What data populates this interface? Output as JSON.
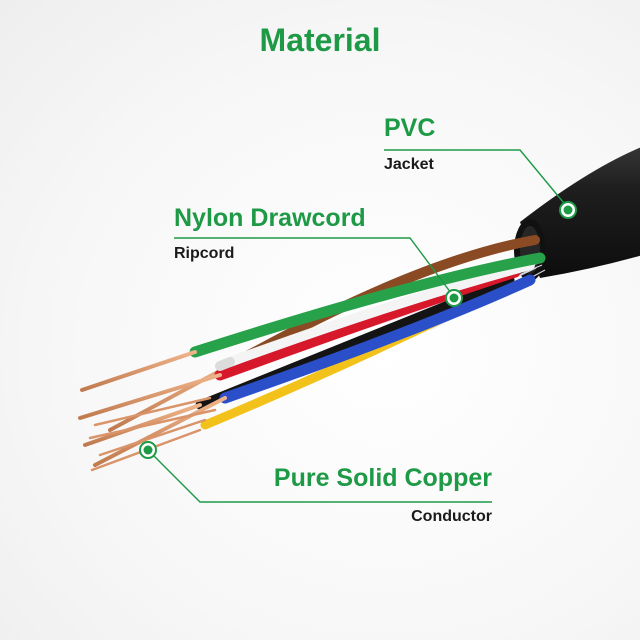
{
  "title": "Material",
  "colors": {
    "accent": "#1e9a46",
    "text": "#1a1a1a",
    "jacket": "#1c1c1c",
    "copper": "#d9946a"
  },
  "callouts": {
    "pvc": {
      "main": "PVC",
      "sub": "Jacket"
    },
    "nylon": {
      "main": "Nylon Drawcord",
      "sub": "Ripcord"
    },
    "copper": {
      "main": "Pure Solid Copper",
      "sub": "Conductor"
    }
  },
  "wire_colors": [
    "brown",
    "green",
    "white",
    "red",
    "blue",
    "black",
    "yellow"
  ]
}
